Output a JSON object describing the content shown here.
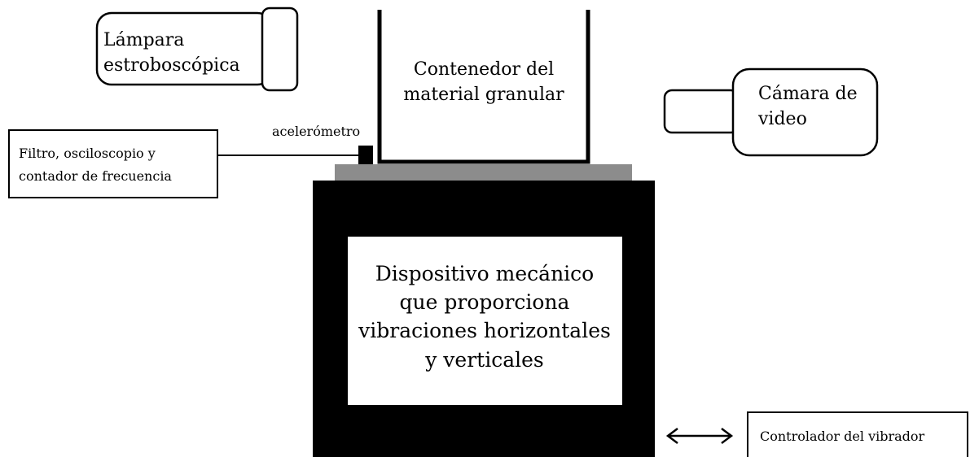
{
  "lamp": {
    "line1": "Lámpara",
    "line2": "estroboscópica"
  },
  "container": {
    "line1": "Contenedor del",
    "line2": "material granular"
  },
  "camera": {
    "line1": "Cámara de",
    "line2": "video"
  },
  "accelerometer": {
    "label": "acelerómetro"
  },
  "filter_box": {
    "line1": "Filtro, osciloscopio y",
    "line2": "contador de frecuencia"
  },
  "device": {
    "line1": "Dispositivo mecánico",
    "line2": "que proporciona",
    "line3": "vibraciones horizontales",
    "line4": "y verticales"
  },
  "controller": {
    "label": "Controlador del vibrador"
  },
  "colors": {
    "device_body": "#000000",
    "platform": "#8c8c8c",
    "outline": "#000000",
    "background": "#ffffff"
  }
}
